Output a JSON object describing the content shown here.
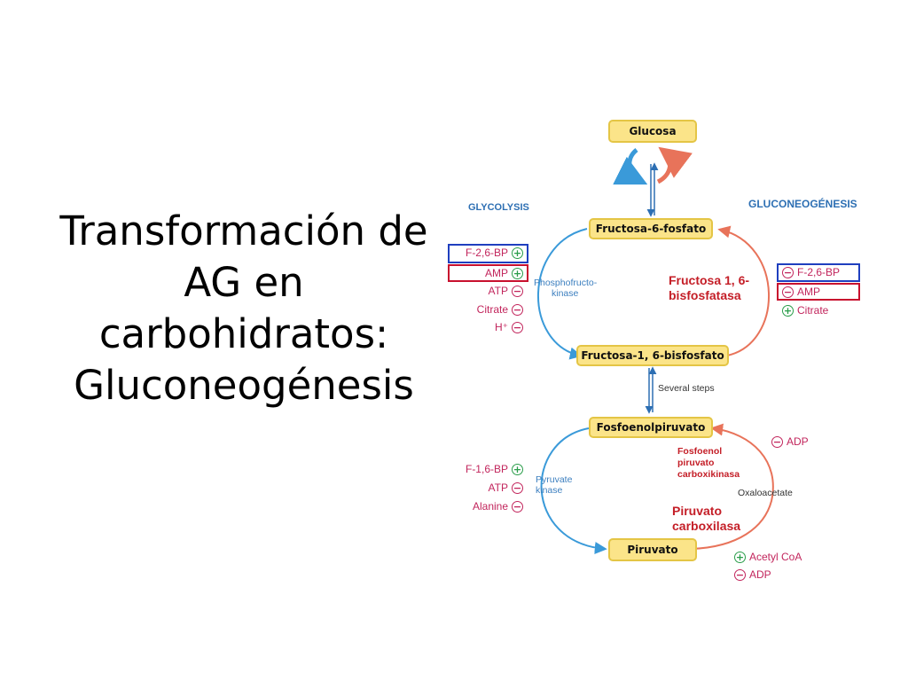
{
  "title": {
    "lines": [
      "Transformación de",
      "AG en",
      "carbohidratos:",
      "Gluconeogénesis"
    ]
  },
  "diagram": {
    "headers": {
      "glycolysis": "GLYCOLYSIS",
      "gluconeogenesis": "GLUCONEOGÉNESIS"
    },
    "metabolites": {
      "glucose": "Glucosa",
      "f6p": "Fructosa-6-fosfato",
      "f16bp": "Fructosa-1, 6-bisfosfato",
      "pep": "Fosfoenolpiruvato",
      "pyruvate": "Piruvato"
    },
    "enzymes": {
      "pfk": [
        "Phosphofructo-",
        "kinase"
      ],
      "fbpase": [
        "Fructosa 1, 6-",
        "bisfosfatasa"
      ],
      "pk": [
        "Pyruvate",
        "kinase"
      ],
      "pepck": [
        "Fosfoenol",
        "piruvato",
        "carboxikinasa"
      ],
      "pc": [
        "Piruvato",
        "carboxilasa"
      ]
    },
    "labels": {
      "several_steps": "Several steps",
      "oxaloacetate": "Oxaloacetate"
    },
    "effectors": {
      "pfk": [
        {
          "name": "F-2,6-BP",
          "sign": "+"
        },
        {
          "name": "AMP",
          "sign": "+"
        },
        {
          "name": "ATP",
          "sign": "−"
        },
        {
          "name": "Citrate",
          "sign": "−"
        },
        {
          "name": "H⁺",
          "sign": "−"
        }
      ],
      "fbpase": [
        {
          "name": "F-2,6-BP",
          "sign": "−"
        },
        {
          "name": "AMP",
          "sign": "−"
        },
        {
          "name": "Citrate",
          "sign": "+"
        }
      ],
      "pk": [
        {
          "name": "F-1,6-BP",
          "sign": "+"
        },
        {
          "name": "ATP",
          "sign": "−"
        },
        {
          "name": "Alanine",
          "sign": "−"
        }
      ],
      "pepck": [
        {
          "name": "ADP",
          "sign": "−"
        }
      ],
      "pc": [
        {
          "name": "Acetyl CoA",
          "sign": "+"
        },
        {
          "name": "ADP",
          "sign": "−"
        }
      ]
    },
    "colors": {
      "box_fill": "#fbe489",
      "enzyme_text": "#c41e27",
      "glycolysis_arrow": "#3a9ad9",
      "gluconeogenesis_arrow": "#e8735a",
      "highlight_blue": "#1f3fbf",
      "highlight_red": "#c8102e"
    }
  }
}
